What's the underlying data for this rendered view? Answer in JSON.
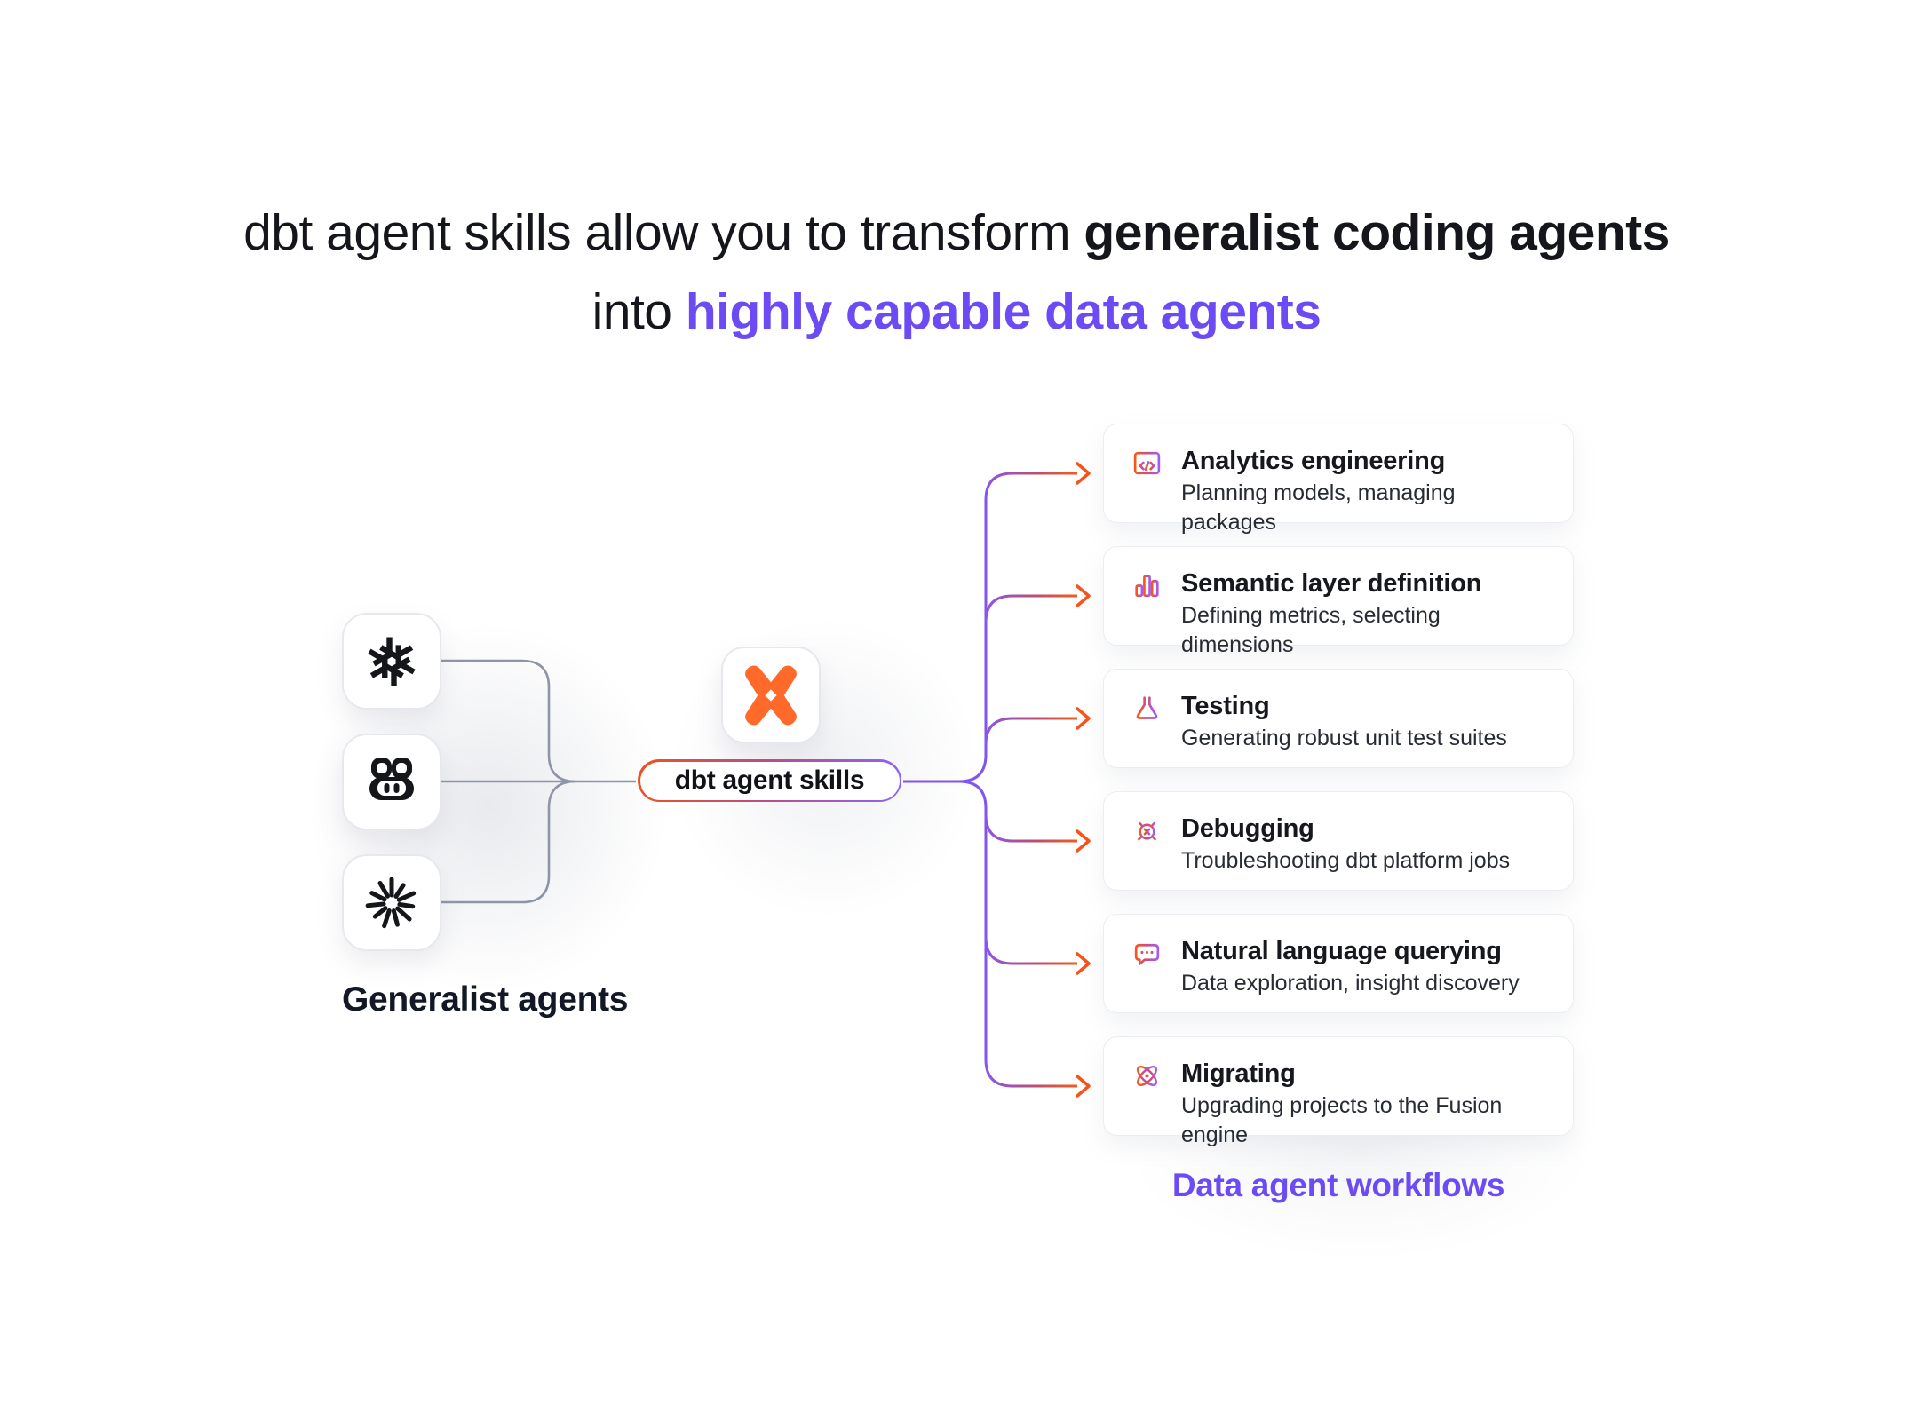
{
  "title": {
    "line1_regular": "dbt agent skills allow you to transform ",
    "line1_bold": "generalist coding agents",
    "line2_regular": "into ",
    "line2_accent": "highly capable data agents"
  },
  "left_group": {
    "label": "Generalist agents",
    "agents": [
      {
        "icon": "openai-icon"
      },
      {
        "icon": "github-copilot-icon"
      },
      {
        "icon": "claude-icon"
      }
    ]
  },
  "center": {
    "logo_icon": "dbt-icon",
    "pill_label": "dbt agent skills"
  },
  "workflows": {
    "label": "Data agent workflows",
    "cards": [
      {
        "icon": "code-window-icon",
        "title": "Analytics engineering",
        "subtitle": "Planning models, managing packages"
      },
      {
        "icon": "bar-chart-icon",
        "title": "Semantic layer definition",
        "subtitle": "Defining metrics, selecting dimensions"
      },
      {
        "icon": "flask-icon",
        "title": "Testing",
        "subtitle": "Generating robust unit test suites"
      },
      {
        "icon": "bug-icon",
        "title": "Debugging",
        "subtitle": "Troubleshooting dbt platform jobs"
      },
      {
        "icon": "chat-dots-icon",
        "title": "Natural language querying",
        "subtitle": "Data exploration, insight discovery"
      },
      {
        "icon": "atom-icon",
        "title": "Migrating",
        "subtitle": "Upgrading projects to the Fusion engine"
      }
    ]
  },
  "colors": {
    "accent_purple": "#6C4BF4",
    "dbt_orange": "#FF6A2B",
    "line_gray": "#8D95A7",
    "line_purple": "#8055F0",
    "arrow_orange": "#F3551B",
    "text_dark": "#121826",
    "card_border": "#EBEDF1"
  }
}
